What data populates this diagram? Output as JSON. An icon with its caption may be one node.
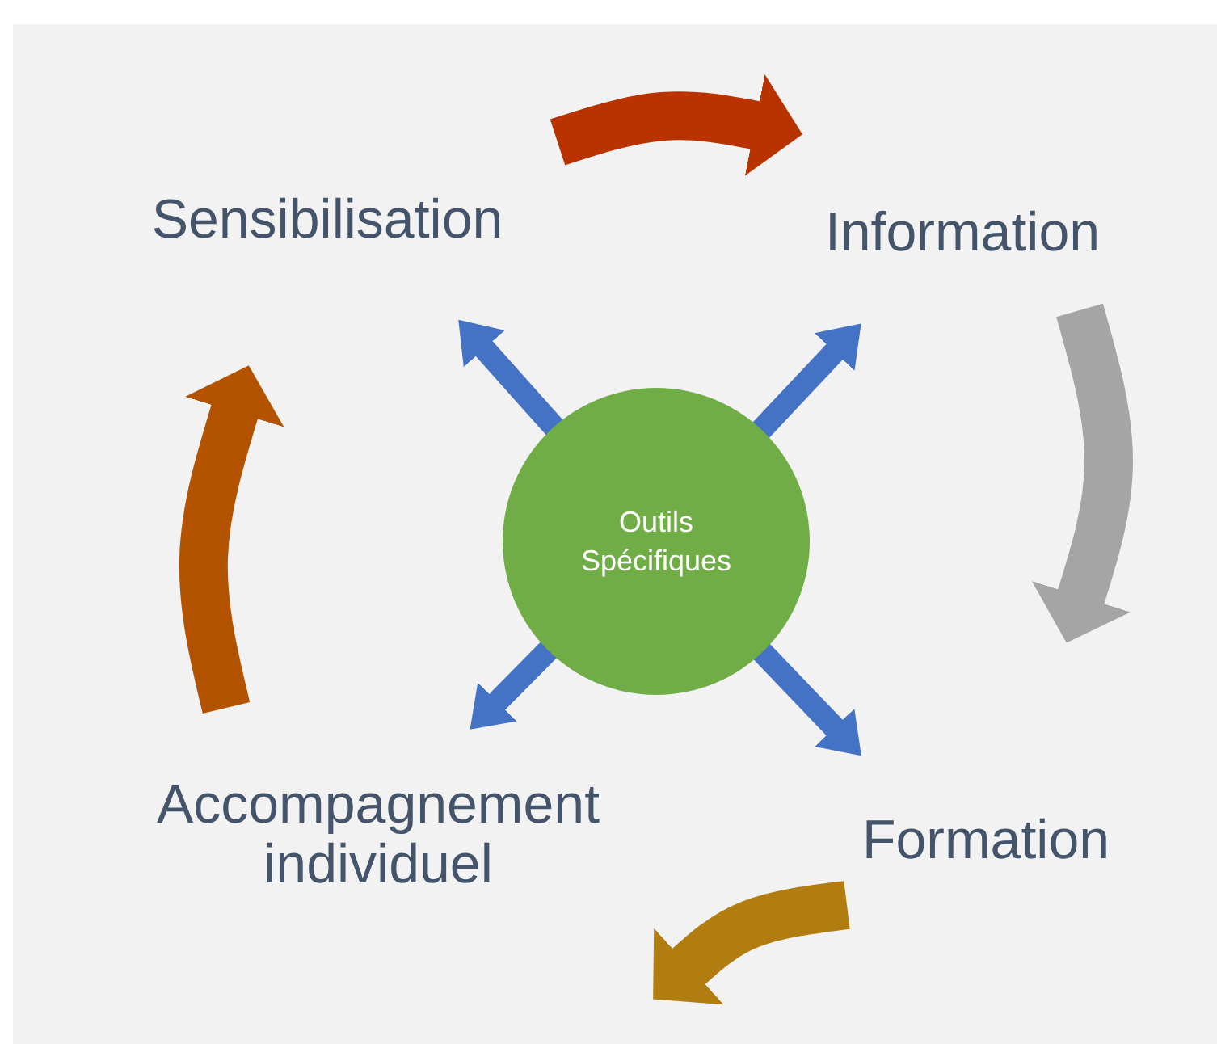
{
  "diagram": {
    "nodes": [
      {
        "text": [
          "Sensibilisation"
        ]
      },
      {
        "text": [
          "Information"
        ]
      },
      {
        "text": [
          "Formation"
        ]
      },
      {
        "text": [
          "Accompagnement individuel"
        ]
      },
      {
        "text": [
          "Outils Spécifiques"
        ]
      }
    ],
    "edges": [
      {
        "from": 0,
        "to": 1,
        "arrow": "to",
        "style": "thick",
        "color": "#b83300"
      },
      {
        "from": 1,
        "to": 2,
        "arrow": "to",
        "style": "thick",
        "color": "#a5a5a5"
      },
      {
        "from": 2,
        "to": 3,
        "arrow": "to",
        "style": "thick",
        "color": "#b27d10"
      },
      {
        "from": 3,
        "to": 0,
        "arrow": "to",
        "style": "thick",
        "color": "#b35300"
      },
      {
        "from": 4,
        "to": 0,
        "arrow": "to"
      },
      {
        "from": 4,
        "to": 1,
        "arrow": "to"
      },
      {
        "from": 4,
        "to": 2,
        "arrow": "to"
      },
      {
        "from": 4,
        "to": 3,
        "arrow": "to"
      }
    ]
  }
}
